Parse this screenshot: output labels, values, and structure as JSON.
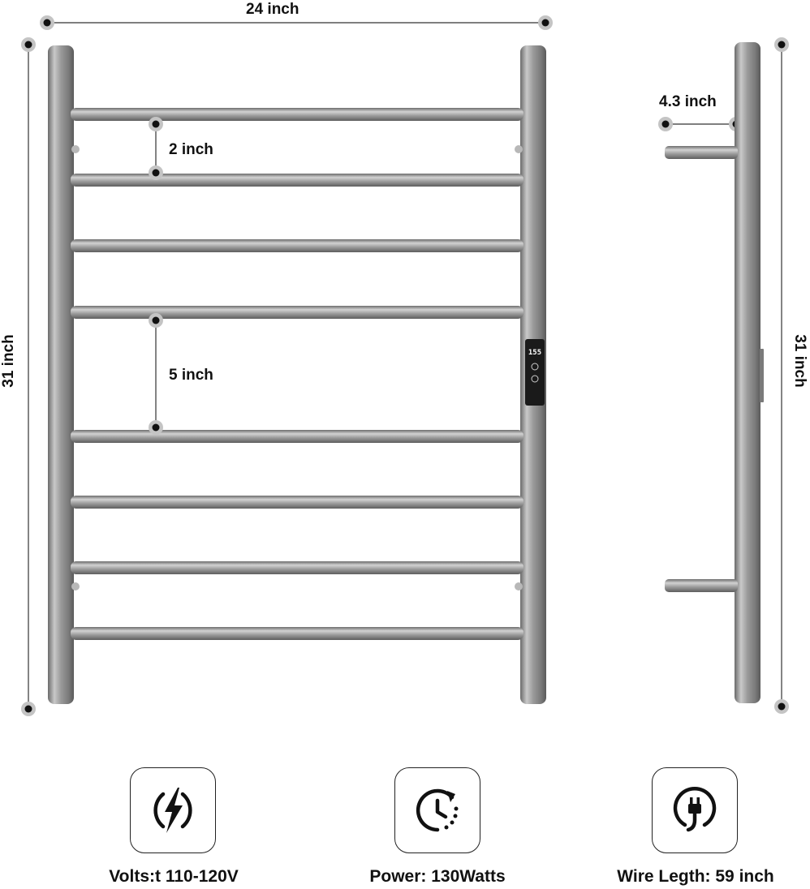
{
  "dimensions": {
    "width_label": "24 inch",
    "height_label_left": "31 inch",
    "height_label_right": "31 inch",
    "depth_label": "4.3 inch",
    "bar_gap_small": "2 inch",
    "bar_gap_large": "5 inch"
  },
  "control_panel": {
    "display_text": "155"
  },
  "specs": [
    {
      "label": "Volts:t 110-120V",
      "icon": "lightning-bolt-icon"
    },
    {
      "label": "Power: 130Watts",
      "icon": "timer-clock-icon"
    },
    {
      "label": "Wire Legth: 59 inch",
      "icon": "power-plug-icon"
    }
  ],
  "colors": {
    "metal": "#8e8e8e",
    "metal_highlight": "#d6d6d6",
    "metal_shadow": "#5c5c5c",
    "marker": "#111111",
    "marker_halo": "#bdbdbd"
  }
}
